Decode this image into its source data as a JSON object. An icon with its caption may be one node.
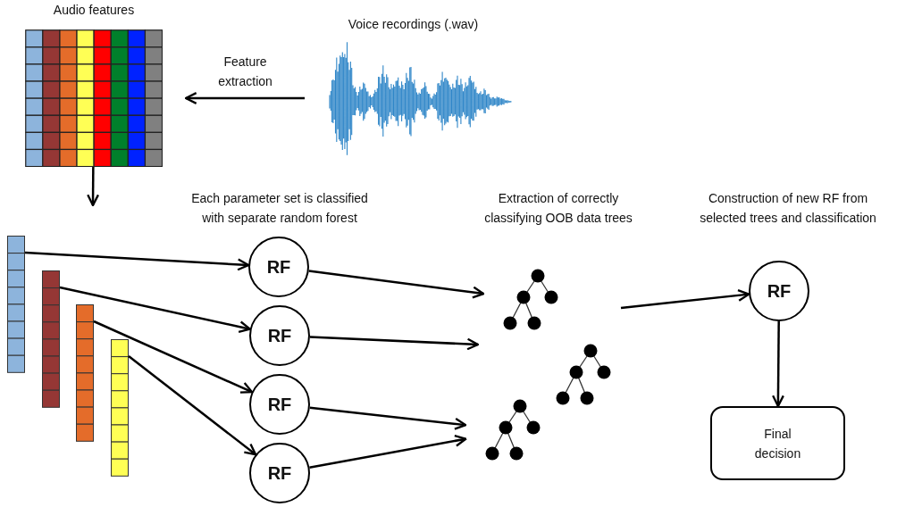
{
  "diagram": {
    "nodes": [
      {
        "text": [
          "Audio features"
        ]
      },
      {
        "text": [
          "Voice recordings (.wav)"
        ]
      },
      {
        "text": [],
        "shape": "bar"
      },
      {
        "text": [],
        "shape": "bar"
      },
      {
        "text": [],
        "shape": "bar"
      },
      {
        "text": [],
        "shape": "bar"
      },
      {
        "text": [
          "RF"
        ]
      },
      {
        "text": [
          "RF"
        ]
      },
      {
        "text": [
          "RF"
        ]
      },
      {
        "text": [
          "RF"
        ]
      },
      {
        "text": [],
        "shape": "tree"
      },
      {
        "text": [],
        "shape": "tree"
      },
      {
        "text": [],
        "shape": "tree"
      },
      {
        "text": [
          "RF"
        ]
      },
      {
        "text": [
          "Final decision"
        ]
      }
    ],
    "edges": [
      {
        "from": 1,
        "to": 0,
        "arrow": "to",
        "label": "Feature extraction"
      },
      {
        "from": 0,
        "to": null,
        "arrow": "to"
      },
      {
        "from": 2,
        "to": 6,
        "arrow": "to"
      },
      {
        "from": 3,
        "to": 7,
        "arrow": "to"
      },
      {
        "from": 4,
        "to": 8,
        "arrow": "to"
      },
      {
        "from": 5,
        "to": 9,
        "arrow": "to"
      },
      {
        "from": 6,
        "to": 10,
        "arrow": "to"
      },
      {
        "from": 7,
        "to": null,
        "arrow": "to"
      },
      {
        "from": 8,
        "to": 12,
        "arrow": "to"
      },
      {
        "from": 9,
        "to": 12,
        "arrow": "to"
      },
      {
        "from": null,
        "to": 13,
        "arrow": "to"
      },
      {
        "from": 13,
        "to": 14,
        "arrow": "to"
      }
    ],
    "labels": [
      "Each parameter set is classified with separate random forest",
      "Extraction of correctly classifying OOB data trees",
      "Construction of new RF from selected trees and classification"
    ]
  }
}
